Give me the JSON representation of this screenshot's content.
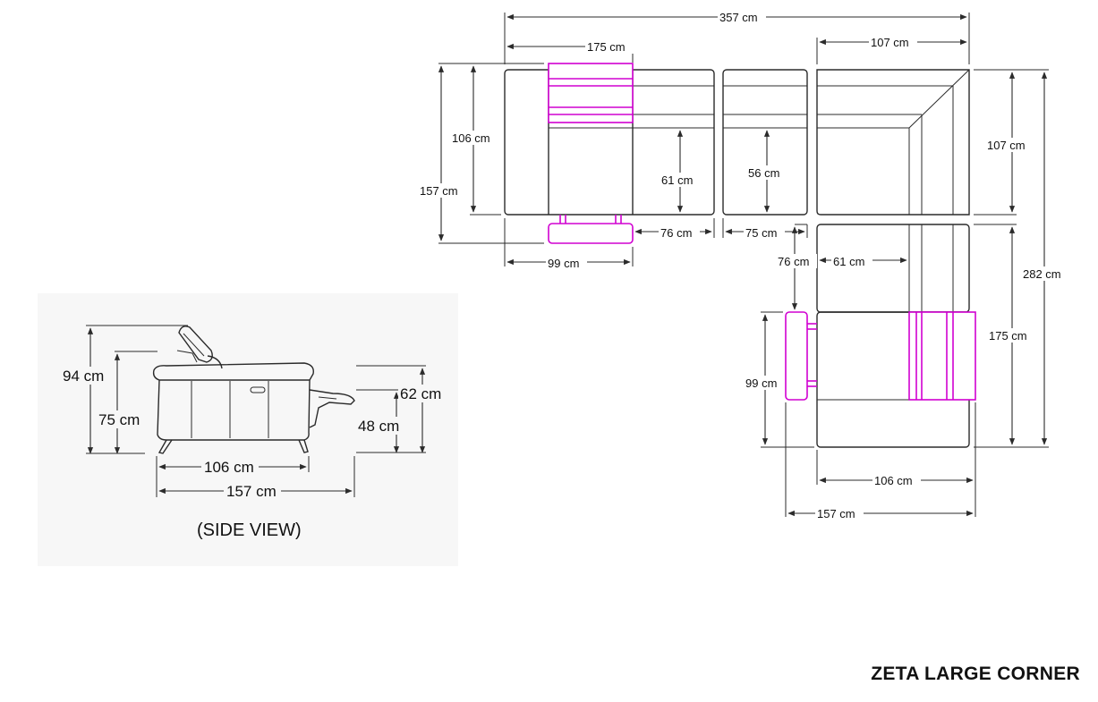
{
  "title": "ZETA LARGE CORNER",
  "side_view": {
    "caption": "(SIDE VIEW)",
    "height_total": "94 cm",
    "height_back": "75 cm",
    "height_recline": "62 cm",
    "height_seat": "48 cm",
    "depth_closed": "106 cm",
    "depth_open": "157 cm"
  },
  "plan_view": {
    "width_total": "357 cm",
    "width_left_section": "175 cm",
    "width_corner": "107 cm",
    "depth_corner": "107 cm",
    "depth_closed_left": "106 cm",
    "depth_open_left": "157 cm",
    "seat_depth_left": "61 cm",
    "seat_depth_middle": "56 cm",
    "footrest_width": "99 cm",
    "seat_width_76_top": "76 cm",
    "seat_width_75": "75 cm",
    "length_total_right": "282 cm",
    "seat_width_76_right": "76 cm",
    "seat_depth_right": "61 cm",
    "width_right_section": "175 cm",
    "footrest_depth_right": "99 cm",
    "depth_closed_right": "106 cm",
    "depth_open_right": "157 cm"
  },
  "colors": {
    "outline": "#2b2b2b",
    "recliner_highlight": "#d100d1"
  }
}
